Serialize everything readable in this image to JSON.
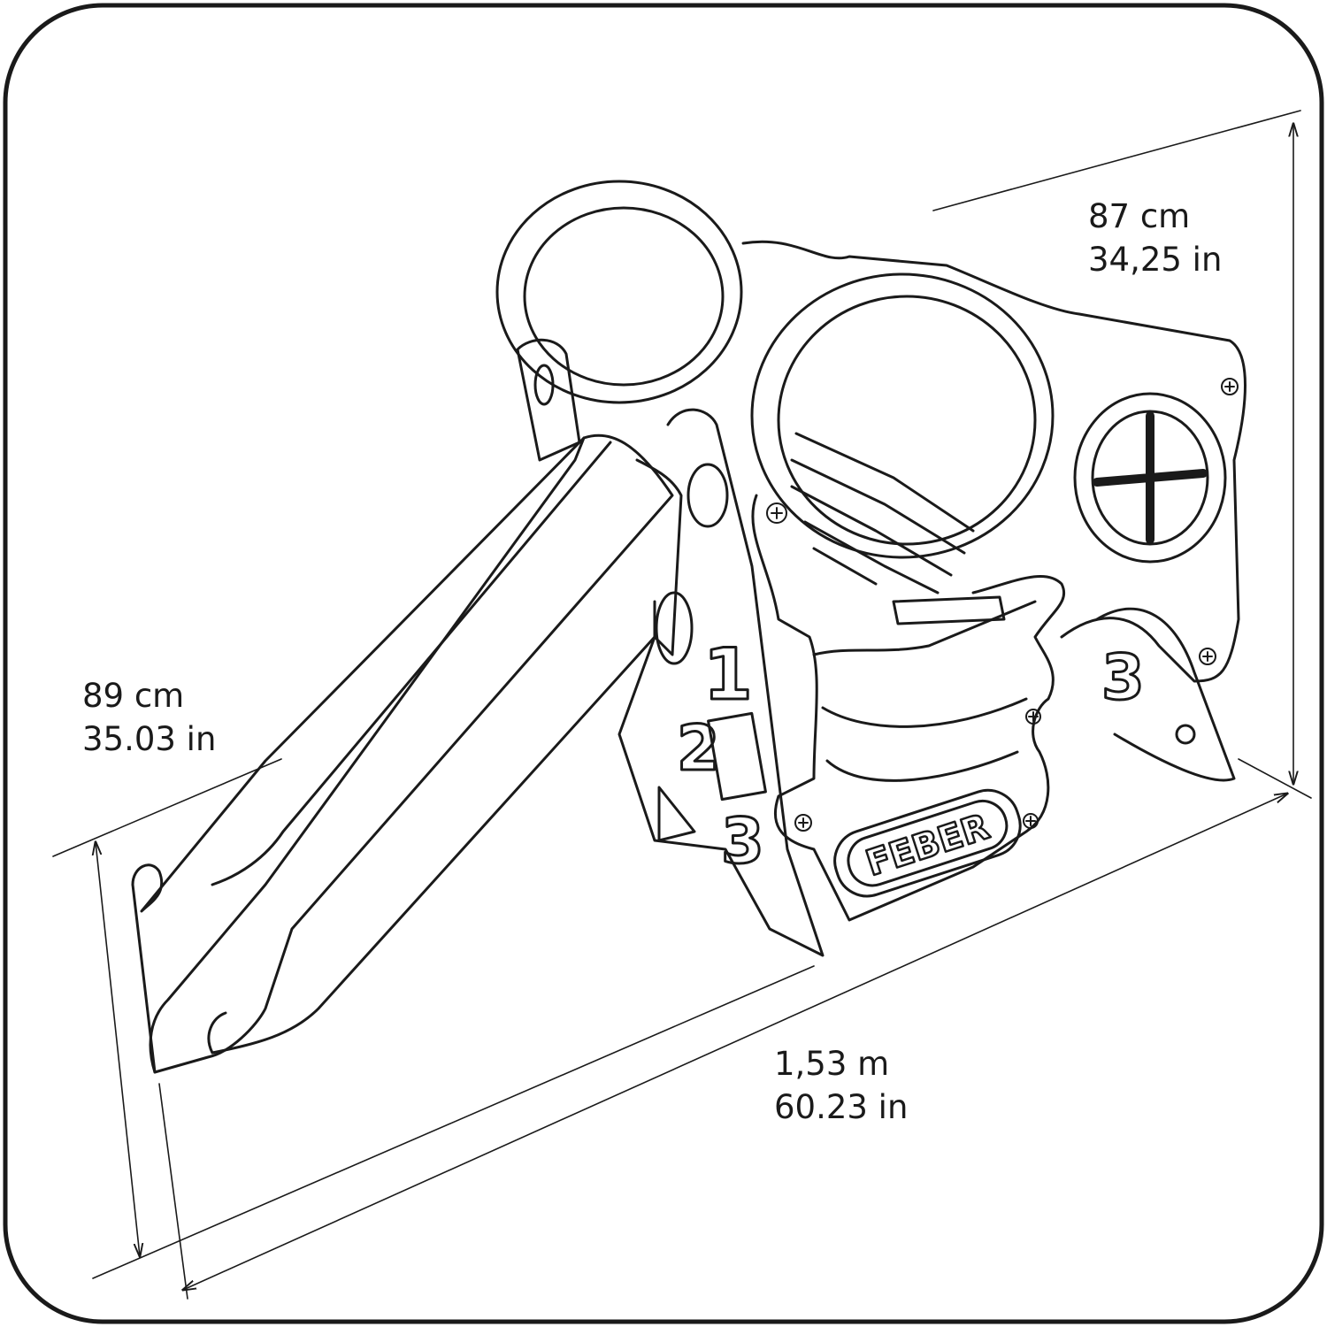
{
  "dimensions": {
    "height_right": {
      "metric": "87 cm",
      "imperial": "34,25 in"
    },
    "height_left": {
      "metric": "89 cm",
      "imperial": "35.03 in"
    },
    "length": {
      "metric": "1,53 m",
      "imperial": "60.23 in"
    }
  },
  "product": {
    "logo": "FEBER",
    "numbers": [
      "1",
      "2",
      "3"
    ]
  },
  "colors": {
    "line": "#1a1a1a",
    "background": "#ffffff"
  }
}
